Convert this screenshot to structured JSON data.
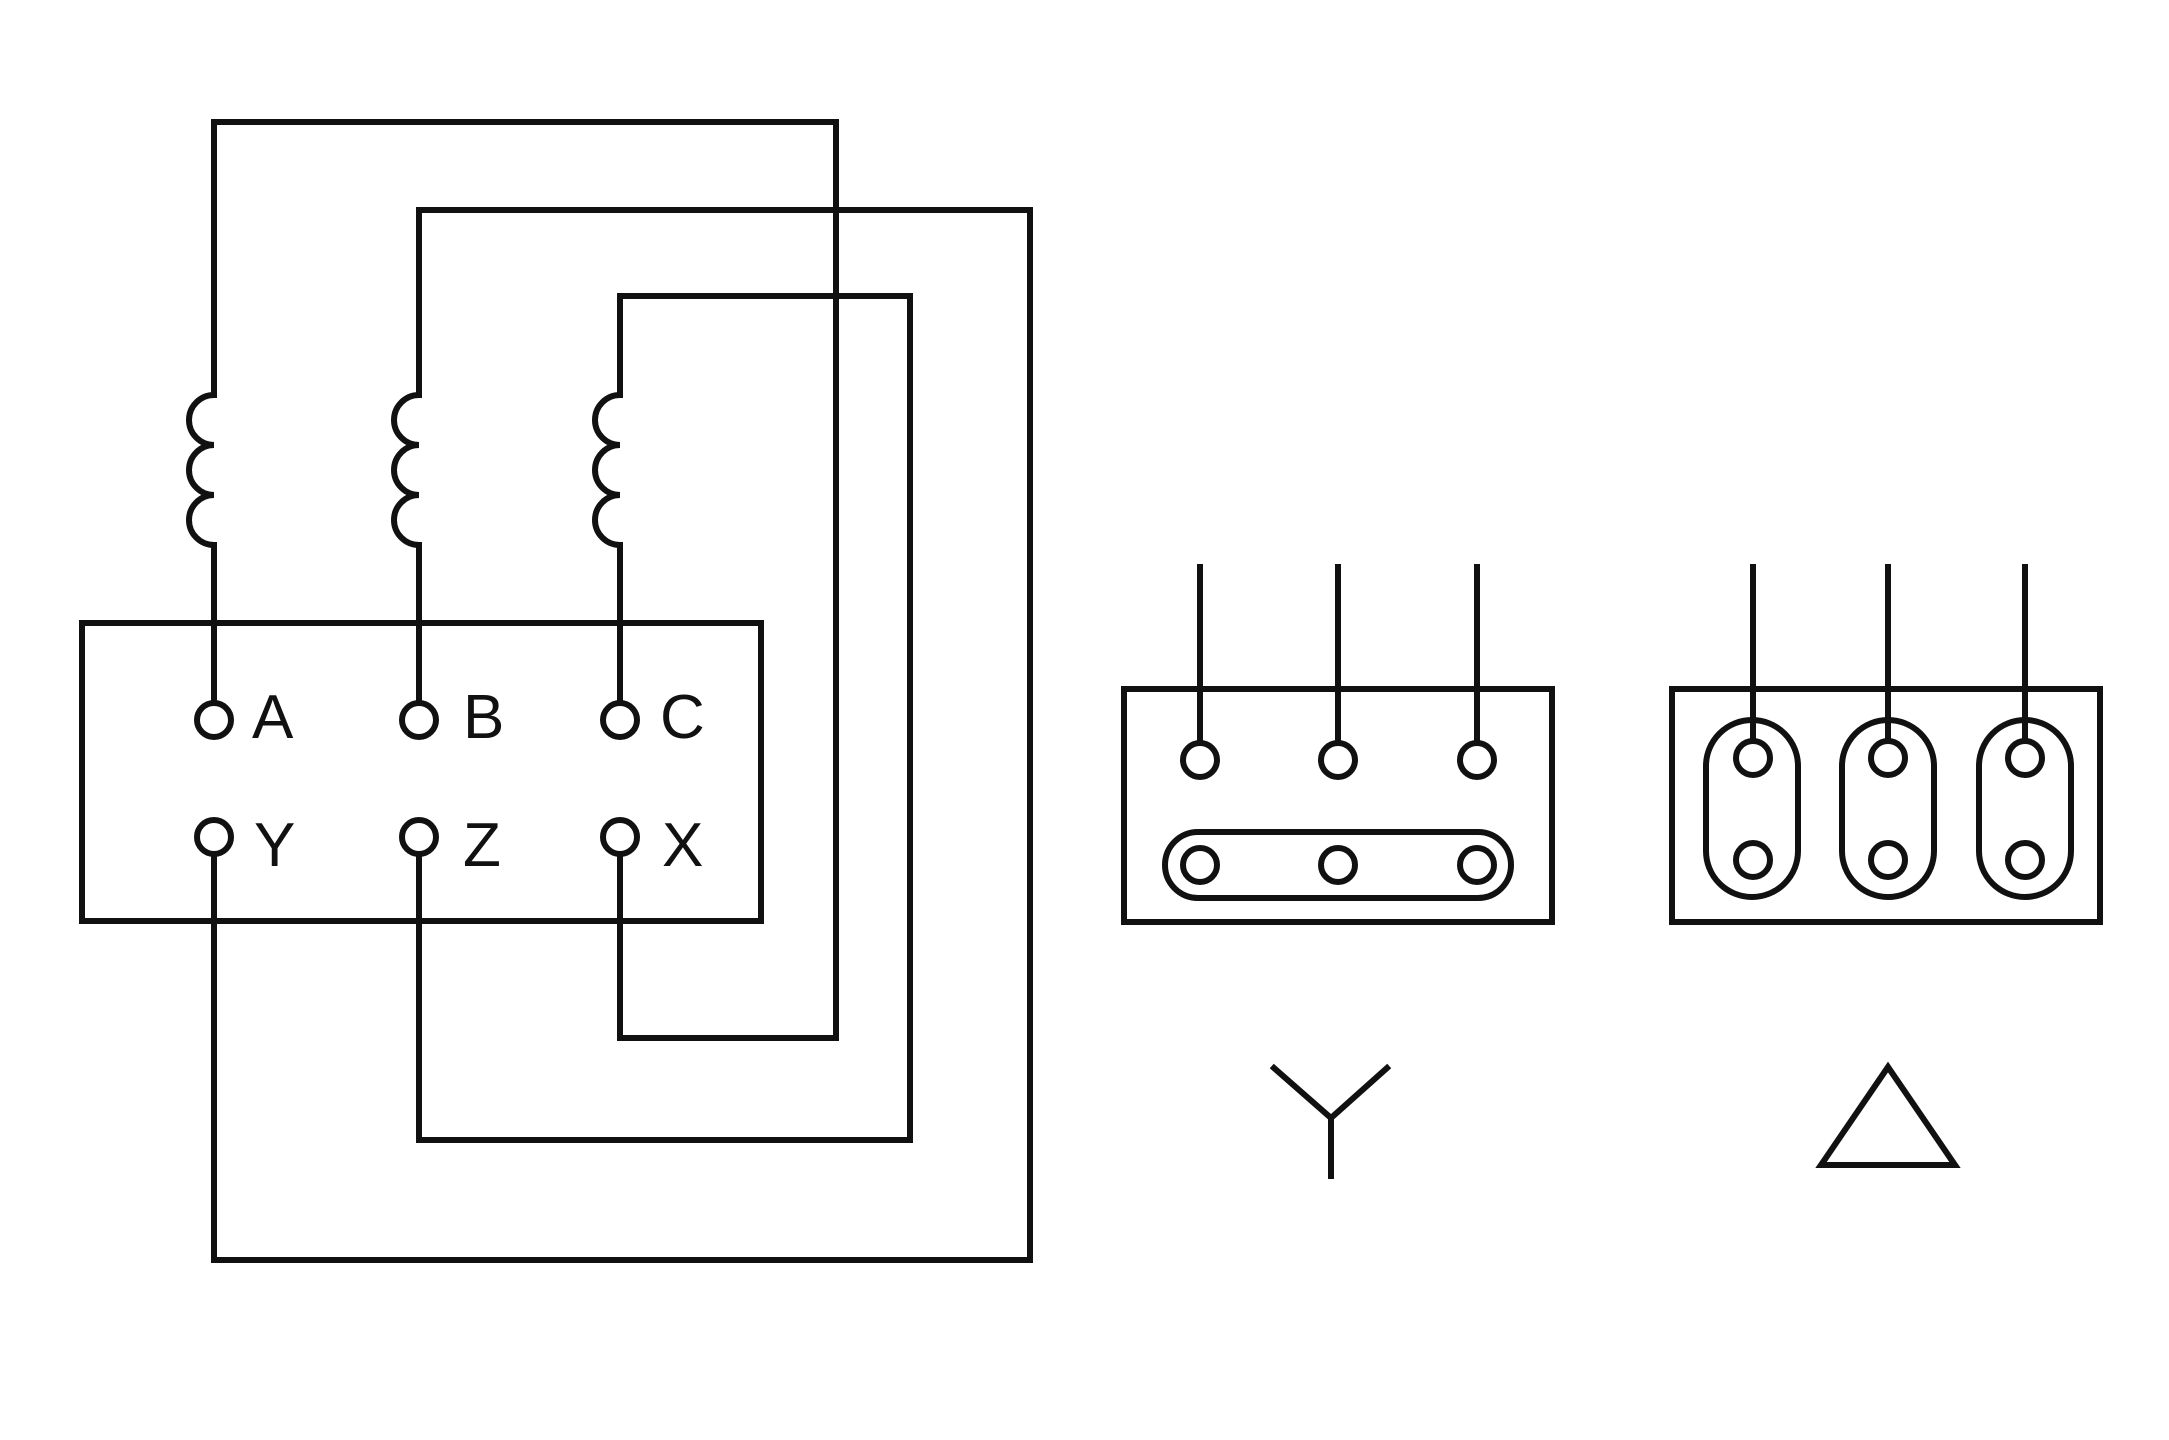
{
  "colors": {
    "line": "#111111",
    "background": "#ffffff"
  },
  "motor_terminals": {
    "top_row": [
      "A",
      "B",
      "C"
    ],
    "bottom_row": [
      "Y",
      "Z",
      "X"
    ]
  },
  "connections": {
    "star_symbol": "star-wye-symbol",
    "delta_symbol": "delta-triangle-symbol"
  }
}
